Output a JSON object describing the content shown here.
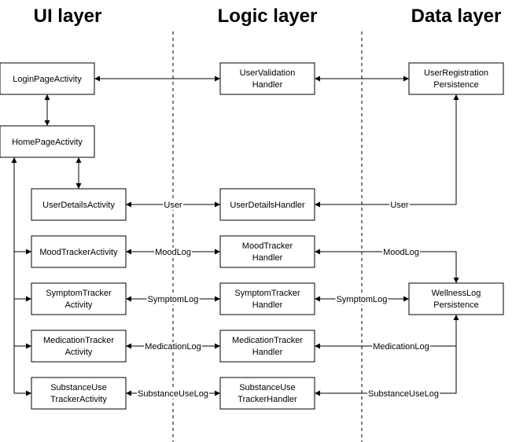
{
  "layers": {
    "ui": "UI layer",
    "logic": "Logic layer",
    "data": "Data layer"
  },
  "nodes": {
    "login_page": [
      "LoginPageActivity"
    ],
    "home_page": [
      "HomePageActivity"
    ],
    "user_details_activity": [
      "UserDetailsActivity"
    ],
    "mood_tracker_activity": [
      "MoodTrackerActivity"
    ],
    "symptom_tracker_activity": [
      "SymptomTracker",
      "Activity"
    ],
    "medication_tracker_activity": [
      "MedicationTracker",
      "Activity"
    ],
    "substance_use_tracker_activity": [
      "SubstanceUse",
      "TrackerActivity"
    ],
    "user_validation_handler": [
      "UserValidation",
      "Handler"
    ],
    "user_details_handler": [
      "UserDetailsHandler"
    ],
    "mood_tracker_handler": [
      "MoodTracker",
      "Handler"
    ],
    "symptom_tracker_handler": [
      "SymptomTracker",
      "Handler"
    ],
    "medication_tracker_handler": [
      "MedicationTracker",
      "Handler"
    ],
    "substance_use_tracker_handler": [
      "SubstanceUse",
      "TrackerHandler"
    ],
    "user_registration_persistence": [
      "UserRegistration",
      "Persistence"
    ],
    "wellness_log_persistence": [
      "WellnessLog",
      "Persistence"
    ]
  },
  "edge_labels": {
    "user": "User",
    "mood_log": "MoodLog",
    "symptom_log": "SymptomLog",
    "medication_log": "MedicationLog",
    "substance_use_log": "SubstanceUseLog"
  }
}
